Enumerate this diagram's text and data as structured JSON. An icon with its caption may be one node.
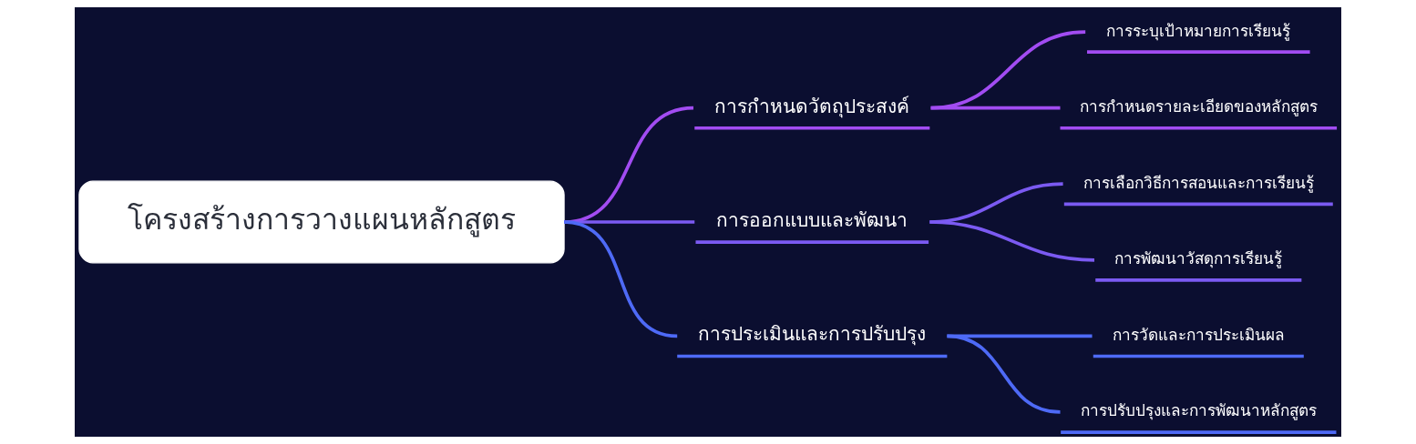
{
  "diagram": {
    "nodes": [
      {
        "text": [
          "โครงสร้างการวางแผนหลักสูตร"
        ]
      },
      {
        "text": [
          "การกำหนดวัตถุประสงค์"
        ]
      },
      {
        "text": [
          "การระบุเป้าหมายการเรียนรู้"
        ]
      },
      {
        "text": [
          "การกำหนดรายละเอียดของหลักสูตร"
        ]
      },
      {
        "text": [
          "การออกแบบและพัฒนา"
        ]
      },
      {
        "text": [
          "การเลือกวิธีการสอนและการเรียนรู้"
        ]
      },
      {
        "text": [
          "การพัฒนาวัสดุการเรียนรู้"
        ]
      },
      {
        "text": [
          "การประเมินและการปรับปรุง"
        ]
      },
      {
        "text": [
          "การวัดและการประเมินผล"
        ]
      },
      {
        "text": [
          "การปรับปรุงและการพัฒนาหลักสูตร"
        ]
      }
    ],
    "edges": [
      {
        "from": 0,
        "to": 1,
        "arrow": "none",
        "color": "#a24cf2"
      },
      {
        "from": 1,
        "to": 2,
        "arrow": "none",
        "color": "#a24cf2"
      },
      {
        "from": 1,
        "to": 3,
        "arrow": "none",
        "color": "#a24cf2"
      },
      {
        "from": 0,
        "to": 4,
        "arrow": "none",
        "color": "#7b5af2"
      },
      {
        "from": 4,
        "to": 5,
        "arrow": "none",
        "color": "#7b5af2"
      },
      {
        "from": 4,
        "to": 6,
        "arrow": "none",
        "color": "#7b5af2"
      },
      {
        "from": 0,
        "to": 7,
        "arrow": "none",
        "color": "#4e6af6"
      },
      {
        "from": 7,
        "to": 8,
        "arrow": "none",
        "color": "#4e6af6"
      },
      {
        "from": 7,
        "to": 9,
        "arrow": "none",
        "color": "#4e6af6"
      }
    ]
  }
}
